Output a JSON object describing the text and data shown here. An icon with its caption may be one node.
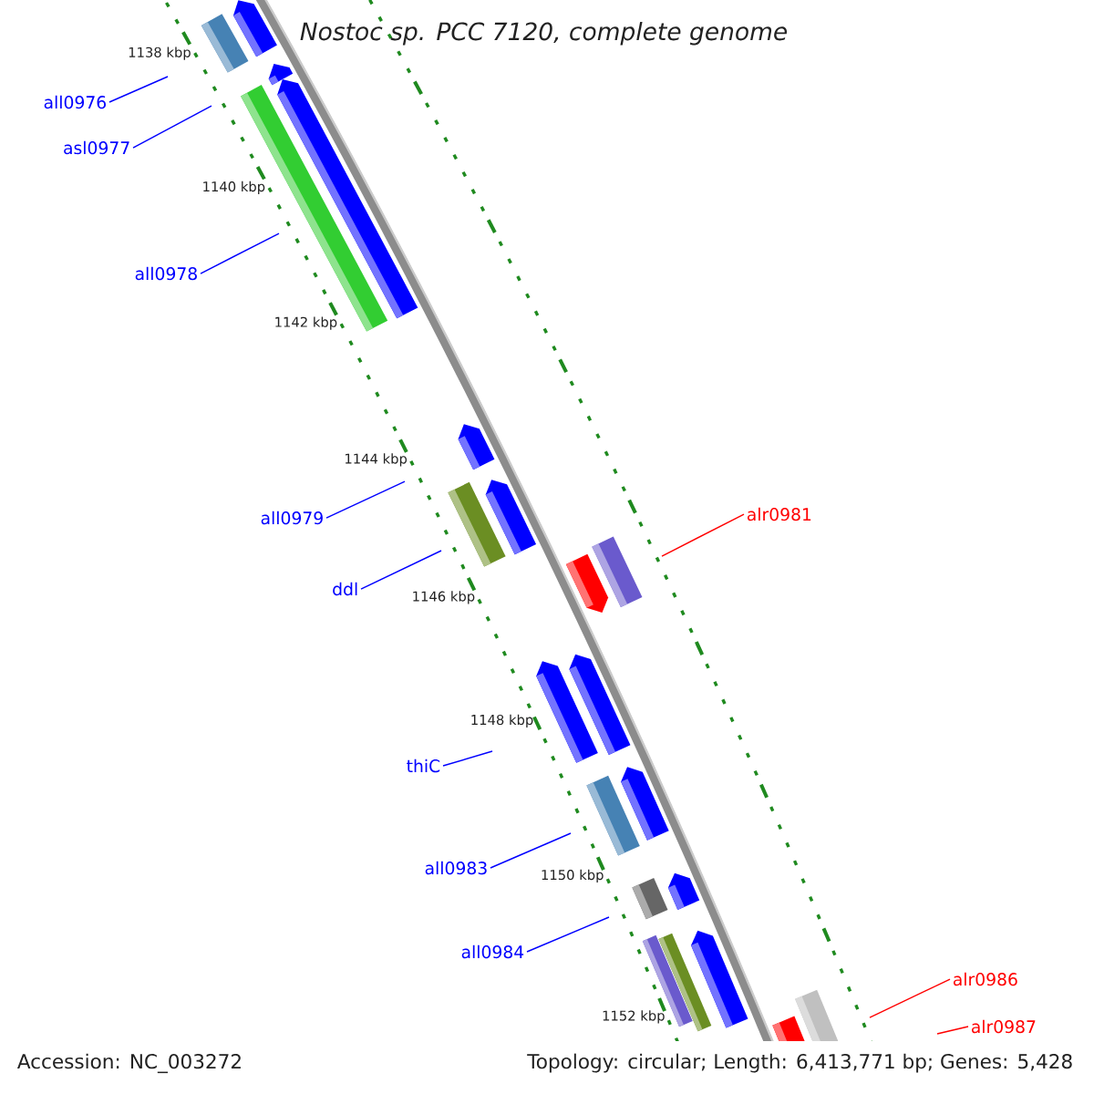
{
  "diagram": {
    "title": "Nostoc sp. PCC 7120, complete genome",
    "nodes": [
      {
        "text": [
          "all0976"
        ]
      },
      {
        "text": [
          "asl0977"
        ]
      },
      {
        "text": [
          "all0978"
        ]
      },
      {
        "text": [
          "alr0981"
        ]
      },
      {
        "text": [
          "all0979"
        ]
      },
      {
        "text": [
          "ddl"
        ]
      },
      {
        "text": [
          "thiC"
        ]
      },
      {
        "text": [
          "all0983"
        ]
      },
      {
        "text": [
          "all0984"
        ]
      },
      {
        "text": [
          "alr0986"
        ]
      },
      {
        "text": [
          "alr0987"
        ]
      }
    ],
    "edges": [
      {
        "from": 0,
        "to": null,
        "arrow": "none"
      },
      {
        "from": 1,
        "to": null,
        "arrow": "none"
      },
      {
        "from": 2,
        "to": null,
        "arrow": "none"
      },
      {
        "from": 3,
        "to": null,
        "arrow": "none",
        "color": "#ff0000"
      },
      {
        "from": 4,
        "to": null,
        "arrow": "none"
      },
      {
        "from": 5,
        "to": null,
        "arrow": "none"
      },
      {
        "from": 6,
        "to": null,
        "arrow": "none"
      },
      {
        "from": 7,
        "to": null,
        "arrow": "none"
      },
      {
        "from": 8,
        "to": null,
        "arrow": "none"
      },
      {
        "from": 9,
        "to": null,
        "arrow": "none",
        "color": "#ff0000"
      },
      {
        "from": 10,
        "to": null,
        "arrow": "none",
        "color": "#ff0000"
      }
    ],
    "labels": [
      "1138 kbp",
      "1140 kbp",
      "1142 kbp",
      "1144 kbp",
      "1146 kbp",
      "1148 kbp",
      "1150 kbp",
      "1152 kbp",
      "Accession: NC_003272",
      "Topology: circular; Length: 6,413,771 bp; Genes: 5,428"
    ]
  }
}
